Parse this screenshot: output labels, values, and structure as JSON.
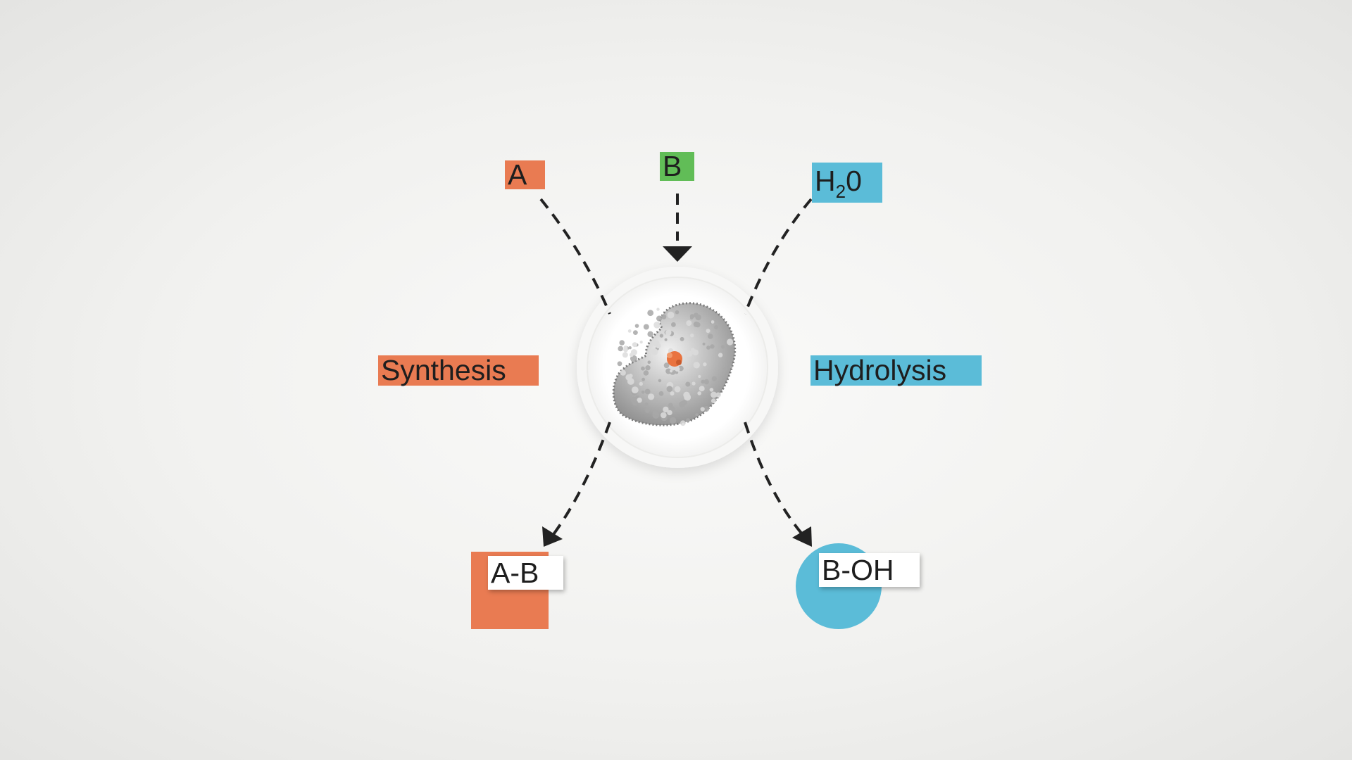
{
  "labels": {
    "a": "A",
    "b": "B",
    "water_prefix": "H",
    "water_subscript": "2",
    "water_suffix": "0",
    "synthesis": "Synthesis",
    "hydrolysis": "Hydrolysis",
    "product_ab": "A-B",
    "product_boh": "B-OH"
  },
  "colors": {
    "orange": "#e97b52",
    "green": "#61bd57",
    "blue": "#5bbcd8",
    "arrow": "#222222",
    "enzyme": "#9a9a9a",
    "active_site": "#e9733f"
  },
  "icons": {
    "enzyme": "enzyme-molecule-icon",
    "active_site": "active-site-icon"
  }
}
